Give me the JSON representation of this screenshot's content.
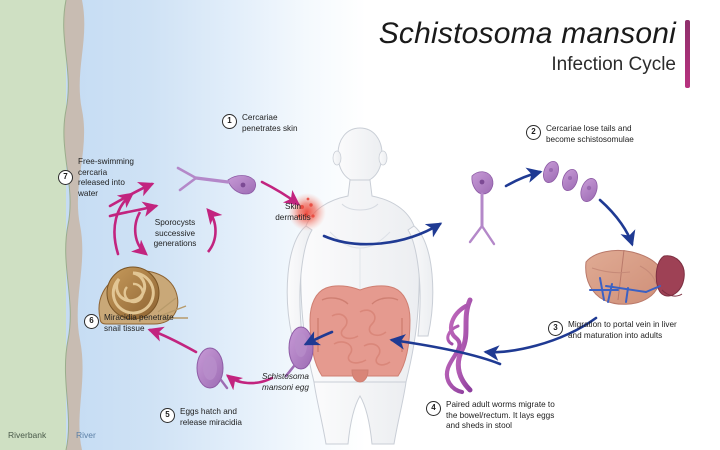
{
  "title": {
    "species": "Schistosoma mansoni",
    "subtitle": "Infection Cycle",
    "accent_color": "#a82f78"
  },
  "background": {
    "bank_label": "Riverbank",
    "river_label": "River",
    "bank_color": "#cfe0c3",
    "shore_color": "#c8b9ad",
    "water_color": "#c5dcf3"
  },
  "steps": [
    {
      "number": "1",
      "text": "Cercariae\npenetrates skin"
    },
    {
      "number": "2",
      "text": "Cercariae lose tails and\nbecome schistosomulae"
    },
    {
      "number": "3",
      "text": "Migration to portal vein in liver\nand maturation into adults"
    },
    {
      "number": "4",
      "text": "Paired adult worms migrate to\nthe bowel/rectum. It lays eggs\nand sheds in stool"
    },
    {
      "number": "5",
      "text": "Eggs hatch and\nrelease miracidia"
    },
    {
      "number": "6",
      "text": "Miracidia penetrate\nsnail tissue"
    },
    {
      "number": "7",
      "text": "Free-swimming\ncercaria\nreleased into\nwater"
    }
  ],
  "annotations": {
    "skin_dermatitis": "Skin\ndermatitis",
    "sporocysts": "Sporocysts\nsuccessive\ngenerations",
    "egg_label": "Schistosoma\nmansoni egg"
  },
  "illustrations": {
    "human_body": "human-body",
    "intestines": "intestines",
    "liver": "liver",
    "spleen": "spleen",
    "snail": "snail",
    "cercaria": "cercaria",
    "schistosomulae": "schistosomulae",
    "adult_worms": "paired-adult-worms",
    "egg": "schistosoma-egg",
    "rash": "skin-rash"
  },
  "colors": {
    "parasite_purple": "#b07fc4",
    "magenta_arrow": "#c2247f",
    "navy_arrow": "#1f3a93",
    "intestine_pink": "#e3897f",
    "liver_tan": "#d9a08c",
    "spleen_red": "#9e4155",
    "snail_brown": "#b08245"
  }
}
